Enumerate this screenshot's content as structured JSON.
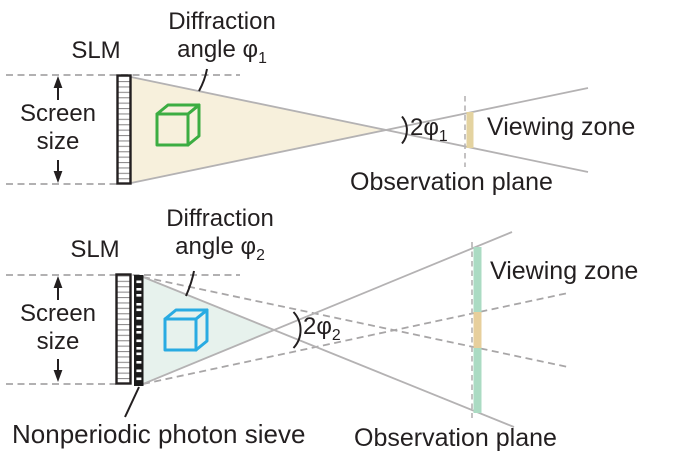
{
  "colors": {
    "text": "#231F20",
    "beam_cream": "#F7F0DC",
    "beam_mint": "#E7F2ED",
    "bar_tan": "#E4D3A0",
    "bar_tan2": "#E7CF9C",
    "bar_mint": "#ABDBC3",
    "cube_green": "#3CAD42",
    "cube_cyan": "#29ABE2",
    "line_gray": "#B4B2B3"
  },
  "top": {
    "slm": "SLM",
    "diffraction_line1": "Diffraction",
    "diffraction_line2": "angle φ",
    "phi_sub": "1",
    "screen_line1": "Screen",
    "screen_line2": "size",
    "angle_span": "2φ",
    "angle_span_sub": "1",
    "viewing_zone": "Viewing zone",
    "observation_plane": "Observation plane"
  },
  "bottom": {
    "slm": "SLM",
    "diffraction_line1": "Diffraction",
    "diffraction_line2": "angle φ",
    "phi_sub": "2",
    "screen_line1": "Screen",
    "screen_line2": "size",
    "angle_span": "2φ",
    "angle_span_sub": "2",
    "viewing_zone": "Viewing zone",
    "observation_plane": "Observation plane",
    "sieve": "Nonperiodic photon sieve"
  }
}
